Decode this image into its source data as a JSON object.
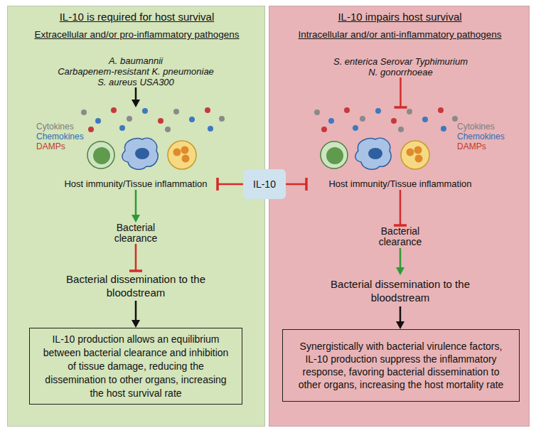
{
  "diagram": {
    "nodes": [
      {
        "text": [
          "IL-10 is required for host survival",
          "Extracellular and/or pro-inflammatory pathogens"
        ]
      },
      {
        "text": [
          "A. baumannii",
          "Carbapenem-resistant K. pneumoniae",
          "S. aureus USA300"
        ],
        "in": 0
      },
      {
        "text": [
          "Cytokines",
          "Chemokines",
          "DAMPs",
          "Host immunity/Tissue inflammation"
        ],
        "in": 0
      },
      {
        "text": [
          "Bacterial clearance"
        ],
        "in": 0
      },
      {
        "text": [
          "Bacterial dissemination to the bloodstream"
        ],
        "in": 0
      },
      {
        "text": [
          "IL-10 production allows an equilibrium between bacterial clearance and inhibition of tissue damage, reducing the dissemination to other organs, increasing the host survival rate"
        ],
        "in": 0
      },
      {
        "text": [
          "IL-10 impairs host survival",
          "Intracellular and/or anti-inflammatory pathogens"
        ]
      },
      {
        "text": [
          "S. enterica Serovar Typhimurium",
          "N. gonorrhoeae"
        ],
        "in": 6
      },
      {
        "text": [
          "Cytokines",
          "Chemokines",
          "DAMPs",
          "Host immunity/Tissue inflammation"
        ],
        "in": 6
      },
      {
        "text": [
          "Bacterial clearance"
        ],
        "in": 6
      },
      {
        "text": [
          "Bacterial dissemination to the bloodstream"
        ],
        "in": 6
      },
      {
        "text": [
          "Synergistically with bacterial virulence factors, IL-10 production suppress the inflammatory response, favoring bacterial dissemination to other organs, increasing the host mortality rate"
        ],
        "in": 6
      },
      {
        "text": [
          "IL-10"
        ]
      }
    ],
    "edges": [
      {
        "from": 1,
        "to": 2,
        "arrow": "to"
      },
      {
        "from": 2,
        "to": 3,
        "arrow": "to"
      },
      {
        "from": 3,
        "to": 4,
        "arrow": "to"
      },
      {
        "from": 4,
        "to": 5,
        "arrow": "to"
      },
      {
        "from": 7,
        "to": 8,
        "arrow": "to"
      },
      {
        "from": 8,
        "to": 9,
        "arrow": "to"
      },
      {
        "from": 9,
        "to": 10,
        "arrow": "to"
      },
      {
        "from": 10,
        "to": 11,
        "arrow": "to"
      },
      {
        "from": 12,
        "to": 2,
        "arrow": "to"
      },
      {
        "from": 12,
        "to": 8,
        "arrow": "to"
      }
    ]
  }
}
